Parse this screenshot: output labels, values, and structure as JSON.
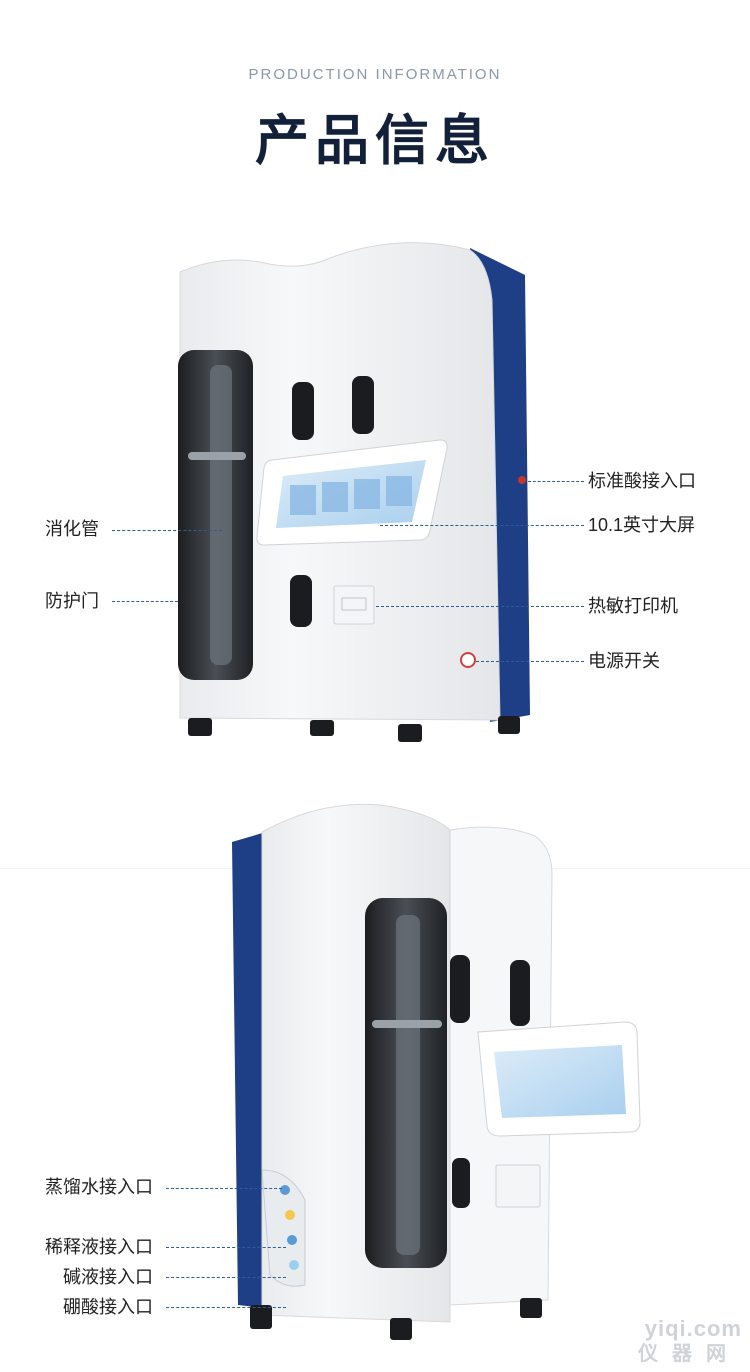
{
  "header": {
    "subtitle": "PRODUCTION INFORMATION",
    "title": "产品信息"
  },
  "colors": {
    "navy": "#1e3f86",
    "accent_line": "#2b5d97",
    "title": "#13203a",
    "subtitle": "#8a97ab"
  },
  "device_front": {
    "labels_left": [
      "消化管",
      "防护门"
    ],
    "labels_right": [
      "标准酸接入口",
      "10.1英寸大屏",
      "热敏打印机",
      "电源开关"
    ]
  },
  "device_side": {
    "labels_left": [
      "蒸馏水接入口",
      "稀释液接入口",
      "碱液接入口",
      "硼酸接入口"
    ]
  },
  "watermark": {
    "line1": "yiqi.com",
    "line2": "仪器网"
  }
}
